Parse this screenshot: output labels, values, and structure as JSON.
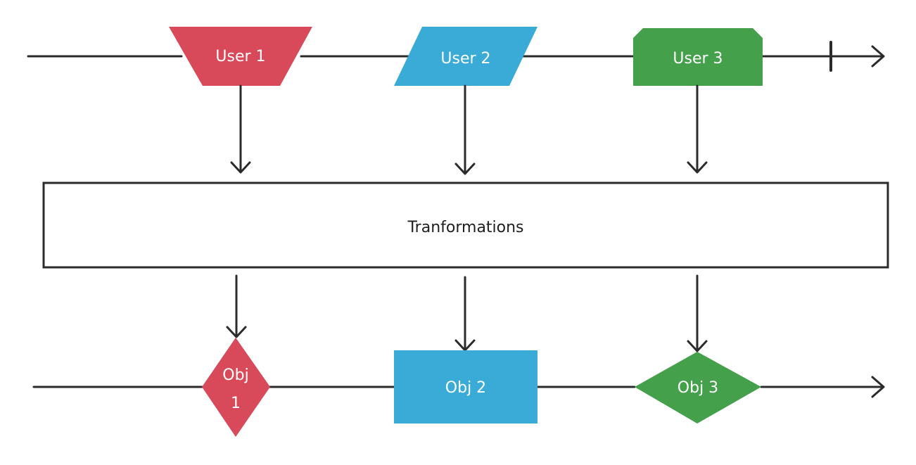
{
  "colors": {
    "red": "#d84a5a",
    "blue": "#3aabd6",
    "green": "#44a04a",
    "line": "#2b2b2b",
    "box_border": "#2b2b2b"
  },
  "top_row": {
    "user1": "User 1",
    "user2": "User 2",
    "user3": "User 3"
  },
  "middle": {
    "box_label": "Tranformations"
  },
  "bottom_row": {
    "obj1_line1": "Obj",
    "obj1_line2": "1",
    "obj2": "Obj 2",
    "obj3": "Obj 3"
  }
}
